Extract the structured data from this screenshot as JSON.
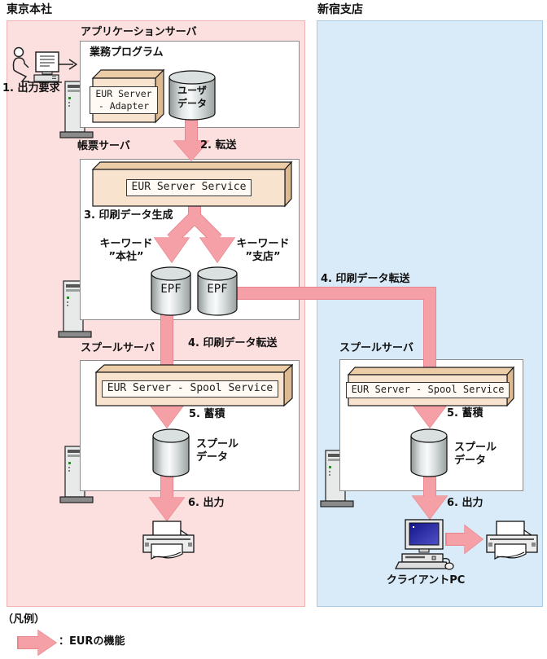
{
  "regions": {
    "tokyo": {
      "title": "東京本社",
      "fill": "#fcdfdf",
      "border": "#f0b2b2"
    },
    "shinjuku": {
      "title": "新宿支店",
      "fill": "#d9ebf8",
      "border": "#aacbe6"
    }
  },
  "app_server": {
    "title": "アプリケーションサーバ",
    "program": "業務プログラム",
    "adapter": {
      "line1": "EUR Server",
      "line2": "- Adapter"
    },
    "user_data": {
      "line1": "ユーザ",
      "line2": "データ"
    }
  },
  "report_server": {
    "title": "帳票サーバ",
    "service": "EUR Server Service",
    "keyword_head_office": {
      "line1": "キーワード",
      "line2": "”本社”"
    },
    "keyword_branch": {
      "line1": "キーワード",
      "line2": "”支店”"
    },
    "epf_left": "EPF",
    "epf_right": "EPF"
  },
  "spool_tokyo": {
    "title": "スプールサーバ",
    "service": "EUR Server - Spool Service",
    "data": {
      "line1": "スプール",
      "line2": "データ"
    }
  },
  "spool_shinjuku": {
    "title": "スプールサーバ",
    "service": "EUR Server - Spool Service",
    "data": {
      "line1": "スプール",
      "line2": "データ"
    }
  },
  "client_pc": {
    "label": "クライアントPC"
  },
  "steps": {
    "s1": "1. 出力要求",
    "s2": "2. 転送",
    "s3": "3. 印刷データ生成",
    "s4_tokyo": "4. 印刷データ転送",
    "s4_shinjuku": "4. 印刷データ転送",
    "s5_tokyo": "5. 蓄積",
    "s5_shinjuku": "5. 蓄積",
    "s6_tokyo": "6. 出力",
    "s6_shinjuku": "6. 出力"
  },
  "legend": {
    "title": "（凡例）",
    "label": "：EURの機能"
  },
  "colors": {
    "arrow_fill": "#f4a0a6",
    "arrow_outline": "#e8858d",
    "box_face": "#f7e3ce",
    "box_top": "#eccda8",
    "box_side": "#ddba92"
  }
}
